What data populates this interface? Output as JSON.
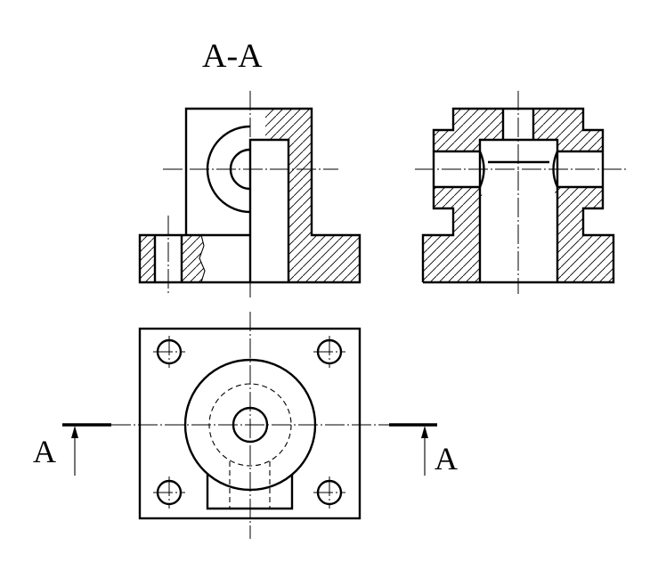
{
  "drawing": {
    "section_title": "A-A",
    "cut_label_left": "A",
    "cut_label_right": "A",
    "line_color": "#000000",
    "background_color": "#ffffff"
  }
}
